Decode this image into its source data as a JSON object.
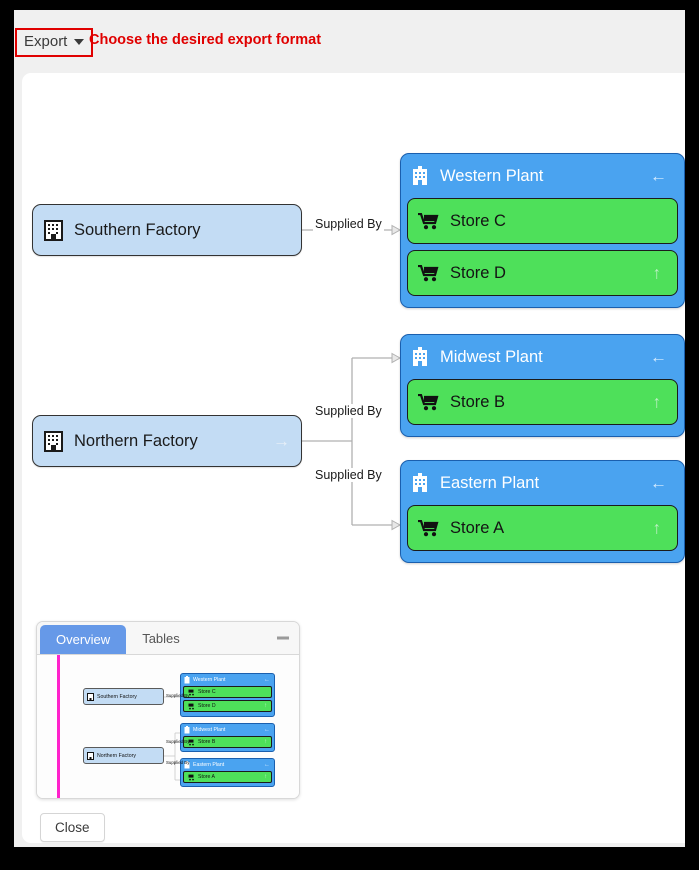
{
  "toolbar": {
    "export_label": "Export",
    "export_icon": "chevron-down-icon",
    "hint_text": "Choose the desired export format",
    "hint_color": "#e00000",
    "highlight_border_color": "#e00000"
  },
  "colors": {
    "factory_fill": "#c3dcf4",
    "plant_fill": "#4aa3f0",
    "store_fill": "#4ee05a",
    "viewport_marker": "#ff22cc",
    "tab_active": "#6699e8"
  },
  "diagram": {
    "factories": [
      {
        "id": "southern",
        "label": "Southern Factory",
        "icon": "factory-building-icon",
        "arrow_icon": ""
      },
      {
        "id": "northern",
        "label": "Northern Factory",
        "icon": "factory-building-icon",
        "arrow_icon": "→"
      }
    ],
    "plants": [
      {
        "id": "western",
        "label": "Western Plant",
        "icon": "plant-building-icon",
        "header_arrow": "←",
        "stores": [
          {
            "label": "Store C",
            "icon": "shopping-cart-icon",
            "arrow": ""
          },
          {
            "label": "Store D",
            "icon": "shopping-cart-icon",
            "arrow": "↑"
          }
        ]
      },
      {
        "id": "midwest",
        "label": "Midwest Plant",
        "icon": "plant-building-icon",
        "header_arrow": "←",
        "stores": [
          {
            "label": "Store B",
            "icon": "shopping-cart-icon",
            "arrow": "↑"
          }
        ]
      },
      {
        "id": "eastern",
        "label": "Eastern Plant",
        "icon": "plant-building-icon",
        "header_arrow": "←",
        "stores": [
          {
            "label": "Store A",
            "icon": "shopping-cart-icon",
            "arrow": "↑"
          }
        ]
      }
    ],
    "edges": [
      {
        "id": "edge-southern-western",
        "label": "Supplied By",
        "from": "southern",
        "to": "western"
      },
      {
        "id": "edge-northern-midwest",
        "label": "Supplied By",
        "from": "northern",
        "to": "midwest"
      },
      {
        "id": "edge-northern-eastern",
        "label": "Supplied By",
        "from": "northern",
        "to": "eastern"
      }
    ]
  },
  "overview": {
    "tabs": [
      {
        "id": "overview",
        "label": "Overview",
        "active": true
      },
      {
        "id": "tables",
        "label": "Tables",
        "active": false
      }
    ],
    "collapse_icon": "minimize-icon"
  },
  "footer": {
    "close_label": "Close"
  }
}
